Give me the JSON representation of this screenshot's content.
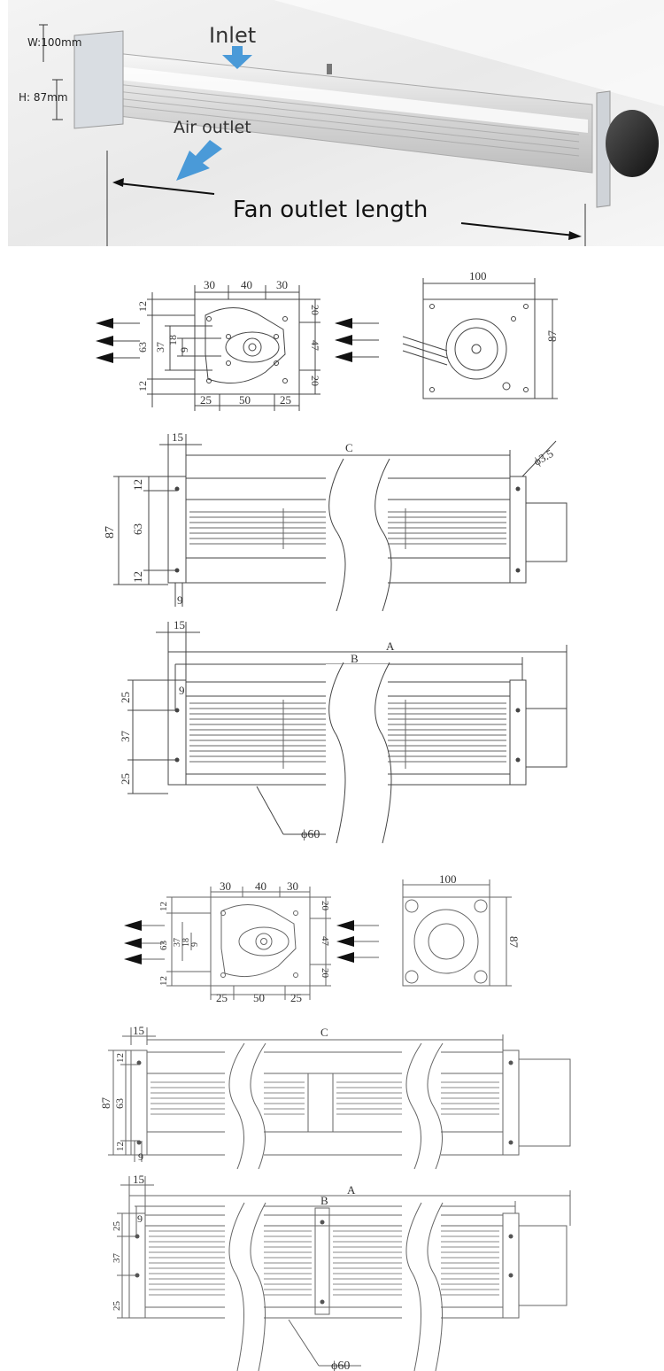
{
  "photo": {
    "width_label": "W:100mm",
    "height_label": "H: 87mm",
    "inlet_label": "Inlet",
    "air_outlet_label": "Air outlet",
    "length_label": "Fan outlet length",
    "arrow_color": "#4a9ad8"
  },
  "single_end_view": {
    "top_dims": [
      "30",
      "40",
      "30"
    ],
    "bottom_dims": [
      "25",
      "50",
      "25"
    ],
    "left_outer": [
      "12",
      "63",
      "12"
    ],
    "left_inner": [
      "37",
      "18",
      "9"
    ],
    "right_dims": [
      "20",
      "47",
      "20"
    ]
  },
  "single_motor_view": {
    "width": "100",
    "height": "87"
  },
  "single_top_view": {
    "flange": "15",
    "length": "C",
    "hole": "ϕ3.5",
    "left_dims": [
      "12",
      "63",
      "12"
    ],
    "overall_height": "87",
    "bottom_dim": "9"
  },
  "single_side_view": {
    "flange": "15",
    "length_a": "A",
    "length_b": "B",
    "offset": "9",
    "left_dims": [
      "25",
      "37",
      "25"
    ],
    "diameter": "ϕ60"
  },
  "double_end_view": {
    "top_dims": [
      "30",
      "40",
      "30"
    ],
    "bottom_dims": [
      "25",
      "50",
      "25"
    ],
    "left_outer": [
      "12",
      "63",
      "12"
    ],
    "left_inner": [
      "37",
      "18",
      "9"
    ],
    "right_dims": [
      "20",
      "47",
      "20"
    ]
  },
  "double_motor_view": {
    "width": "100",
    "height": "87"
  },
  "double_top_view": {
    "flange": "15",
    "length": "C",
    "left_dims": [
      "12",
      "63",
      "12"
    ],
    "overall_height": "87",
    "bottom_dim": "9"
  },
  "double_side_view": {
    "flange": "15",
    "length_a": "A",
    "length_b": "B",
    "offset": "9",
    "left_dims": [
      "25",
      "37",
      "25"
    ],
    "diameter": "ϕ60"
  }
}
